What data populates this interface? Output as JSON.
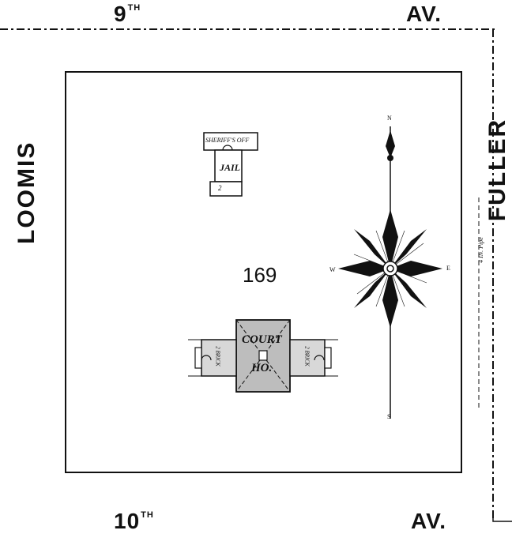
{
  "streets": {
    "top_left_part": "9",
    "top_left_sup": "TH",
    "top_right": "AV.",
    "bottom_left_part": "10",
    "bottom_left_sup": "TH",
    "bottom_right": "AV.",
    "left": "LOOMIS",
    "right": "FULLER"
  },
  "block": {
    "number": "169"
  },
  "buildings": {
    "jail": {
      "top_label": "SHERIFF'S OFF",
      "main_label": "JAIL",
      "sub_label": "2"
    },
    "court_house": {
      "line1": "COURT",
      "line2": "HO.",
      "wing_left": "2 BRICK",
      "wing_right": "2 BRICK"
    }
  },
  "compass": {
    "north": "N",
    "south": "S",
    "east": "E",
    "west": "W"
  },
  "annotations": {
    "pipe": "4 IN. Pipe"
  },
  "colors": {
    "ink": "#111111",
    "paper": "#ffffff",
    "shade": "#bdbdbd"
  }
}
